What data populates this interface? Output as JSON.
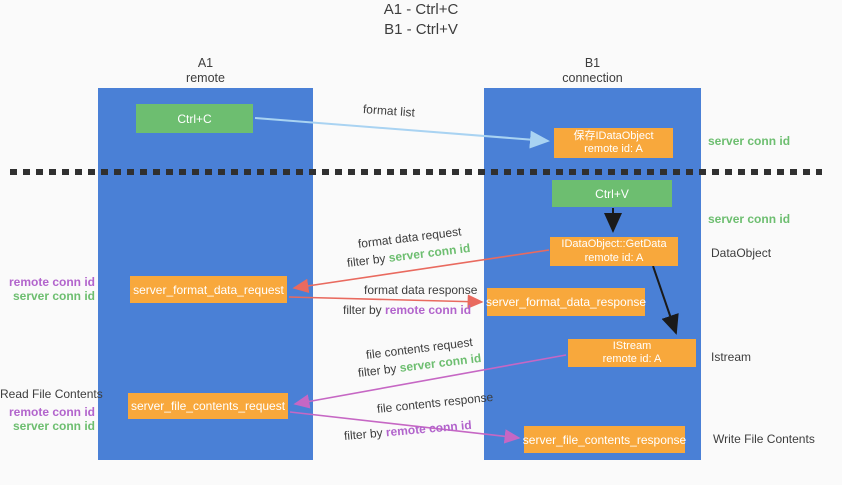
{
  "title": {
    "line1": "A1 - Ctrl+C",
    "line2": "B1 - Ctrl+V"
  },
  "lanes": {
    "left": {
      "name": "A1",
      "role": "remote"
    },
    "right": {
      "name": "B1",
      "role": "connection"
    }
  },
  "nodes": {
    "ctrl_c": {
      "label": "Ctrl+C"
    },
    "ctrl_v": {
      "label": "Ctrl+V"
    },
    "save_idataobject": {
      "line1": "保存IDataObject",
      "line2": "remote id: A"
    },
    "getdata": {
      "line1": "IDataObject::GetData",
      "line2": "remote id: A"
    },
    "istream": {
      "line1": "IStream",
      "line2": "remote id: A"
    },
    "format_request": {
      "label": "server_format_data_request"
    },
    "format_response": {
      "label": "server_format_data_response"
    },
    "file_request": {
      "label": "server_file_contents_request"
    },
    "file_response": {
      "label": "server_file_contents_response"
    }
  },
  "edge_labels": {
    "format_list": "format list",
    "format_data_request": "format data request",
    "format_data_response": "format data response",
    "file_contents_request": "file contents request",
    "file_contents_response": "file contents response",
    "filter_by": "filter by",
    "server_conn_id": "server conn id",
    "remote_conn_id": "remote conn id"
  },
  "side_labels": {
    "left_remote_conn_id": "remote conn id",
    "left_server_conn_id": "server conn id",
    "read_file_contents": "Read File Contents",
    "left_remote_conn_id2": "remote conn id",
    "left_server_conn_id2": "server conn id",
    "right_server_conn_id_top": "server conn id",
    "right_server_conn_id_mid": "server conn id",
    "dataobject": "DataObject",
    "istream": "Istream",
    "write_file_contents": "Write File Contents"
  },
  "colors": {
    "lane_blue": "#4a80d6",
    "node_green": "#6dbe70",
    "node_orange": "#f8a83c",
    "arrow_light_blue": "#a9d3f2",
    "arrow_red": "#e96a5f",
    "arrow_magenta": "#c667c4",
    "arrow_black": "#1a1a1a",
    "text_green": "#6dbe70",
    "text_purple": "#b264cc",
    "text_dark": "#3d3d3d"
  }
}
